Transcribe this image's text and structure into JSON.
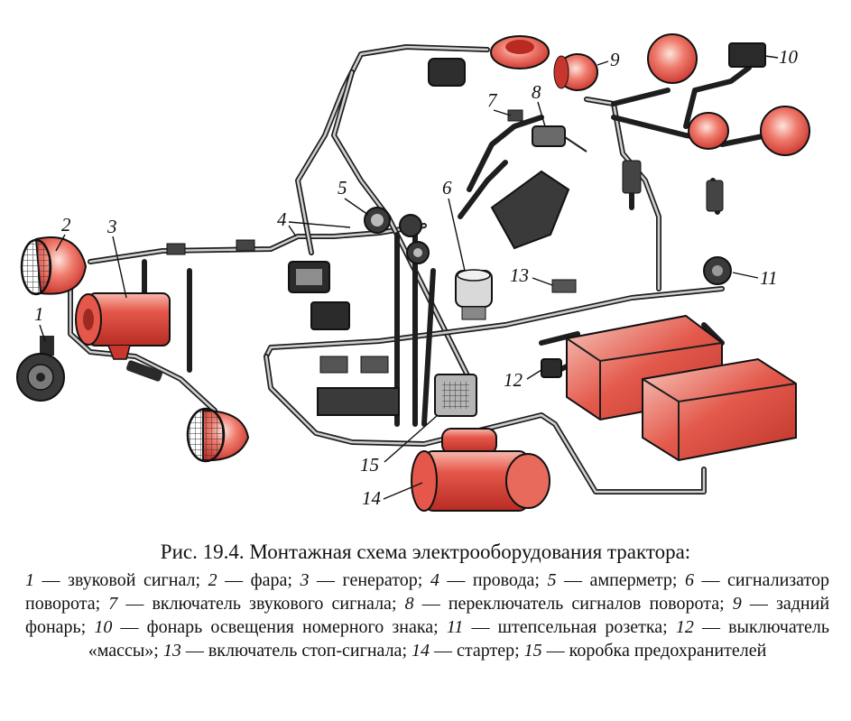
{
  "figure": {
    "title": "Рис. 19.4. Монтажная схема электрооборудования трактора:",
    "legend": [
      {
        "num": "1",
        "text": "звуковой сигнал"
      },
      {
        "num": "2",
        "text": "фара"
      },
      {
        "num": "3",
        "text": "генератор"
      },
      {
        "num": "4",
        "text": "провода"
      },
      {
        "num": "5",
        "text": "амперметр"
      },
      {
        "num": "6",
        "text": "сигнализатор поворота"
      },
      {
        "num": "7",
        "text": "включатель звукового сигнала"
      },
      {
        "num": "8",
        "text": "переключатель сигналов поворота"
      },
      {
        "num": "9",
        "text": "задний фонарь"
      },
      {
        "num": "10",
        "text": "фонарь освещения номерного знака"
      },
      {
        "num": "11",
        "text": "штепсельная розетка"
      },
      {
        "num": "12",
        "text": "выключатель «массы»"
      },
      {
        "num": "13",
        "text": "включатель стоп-сигнала"
      },
      {
        "num": "14",
        "text": "стартер"
      },
      {
        "num": "15",
        "text": "коробка предохранителей"
      }
    ]
  },
  "diagram_labels": {
    "l1": "1",
    "l2": "2",
    "l3": "3",
    "l4": "4",
    "l5": "5",
    "l6": "6",
    "l7": "7",
    "l8": "8",
    "l9": "9",
    "l10": "10",
    "l11": "11",
    "l12": "12",
    "l13": "13",
    "l14": "14",
    "l15": "15"
  },
  "colors": {
    "component_red": "#e0453a",
    "wire": "#1e1e1e",
    "grey_part": "#9a9a9a"
  }
}
